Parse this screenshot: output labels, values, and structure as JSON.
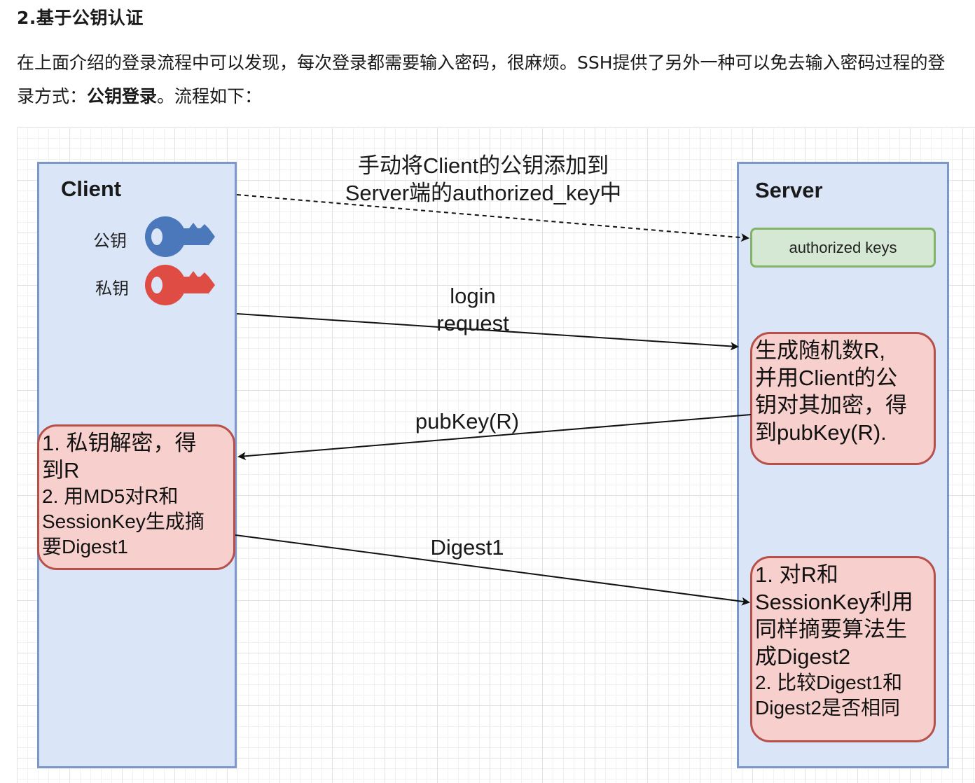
{
  "heading": "2.基于公钥认证",
  "paragraph": {
    "part1": "在上面介绍的登录流程中可以发现，每次登录都需要输入密码，很麻烦。SSH提供了另外一种可以免去输入密码过程的登录方式：",
    "bold": "公钥登录",
    "part2": "。流程如下："
  },
  "diagram": {
    "client": {
      "title": "Client",
      "public_key_label": "公钥",
      "private_key_label": "私钥",
      "public_key_color": "#4a78bb",
      "private_key_color": "#df4c43",
      "note_lines": [
        "1. 私钥解密，得",
        "到R",
        "2. 用MD5对R和",
        "SessionKey生成摘",
        "要Digest1"
      ]
    },
    "server": {
      "title": "Server",
      "authorized_keys_label": "authorized keys",
      "note1_lines": [
        "生成随机数R,",
        "并用Client的公",
        "钥对其加密，得",
        "到pubKey(R)."
      ],
      "note2_lines": [
        "1. 对R和",
        "SessionKey利用",
        "同样摘要算法生",
        "成Digest2",
        "2. 比较Digest1和",
        "Digest2是否相同"
      ]
    },
    "arrows": {
      "copy_key_line1": "手动将Client的公钥添加到",
      "copy_key_line2": "Server端的authorized_key中",
      "login_line1": "login",
      "login_line2": "request",
      "pubkey": "pubKey(R)",
      "digest": "Digest1"
    },
    "colors": {
      "lane_fill": "#dae6f8",
      "lane_border": "#7c97c9",
      "note_fill": "#f7d0cd",
      "note_border": "#b8504a",
      "auth_fill": "#d5e8d3",
      "auth_border": "#82b366"
    }
  }
}
